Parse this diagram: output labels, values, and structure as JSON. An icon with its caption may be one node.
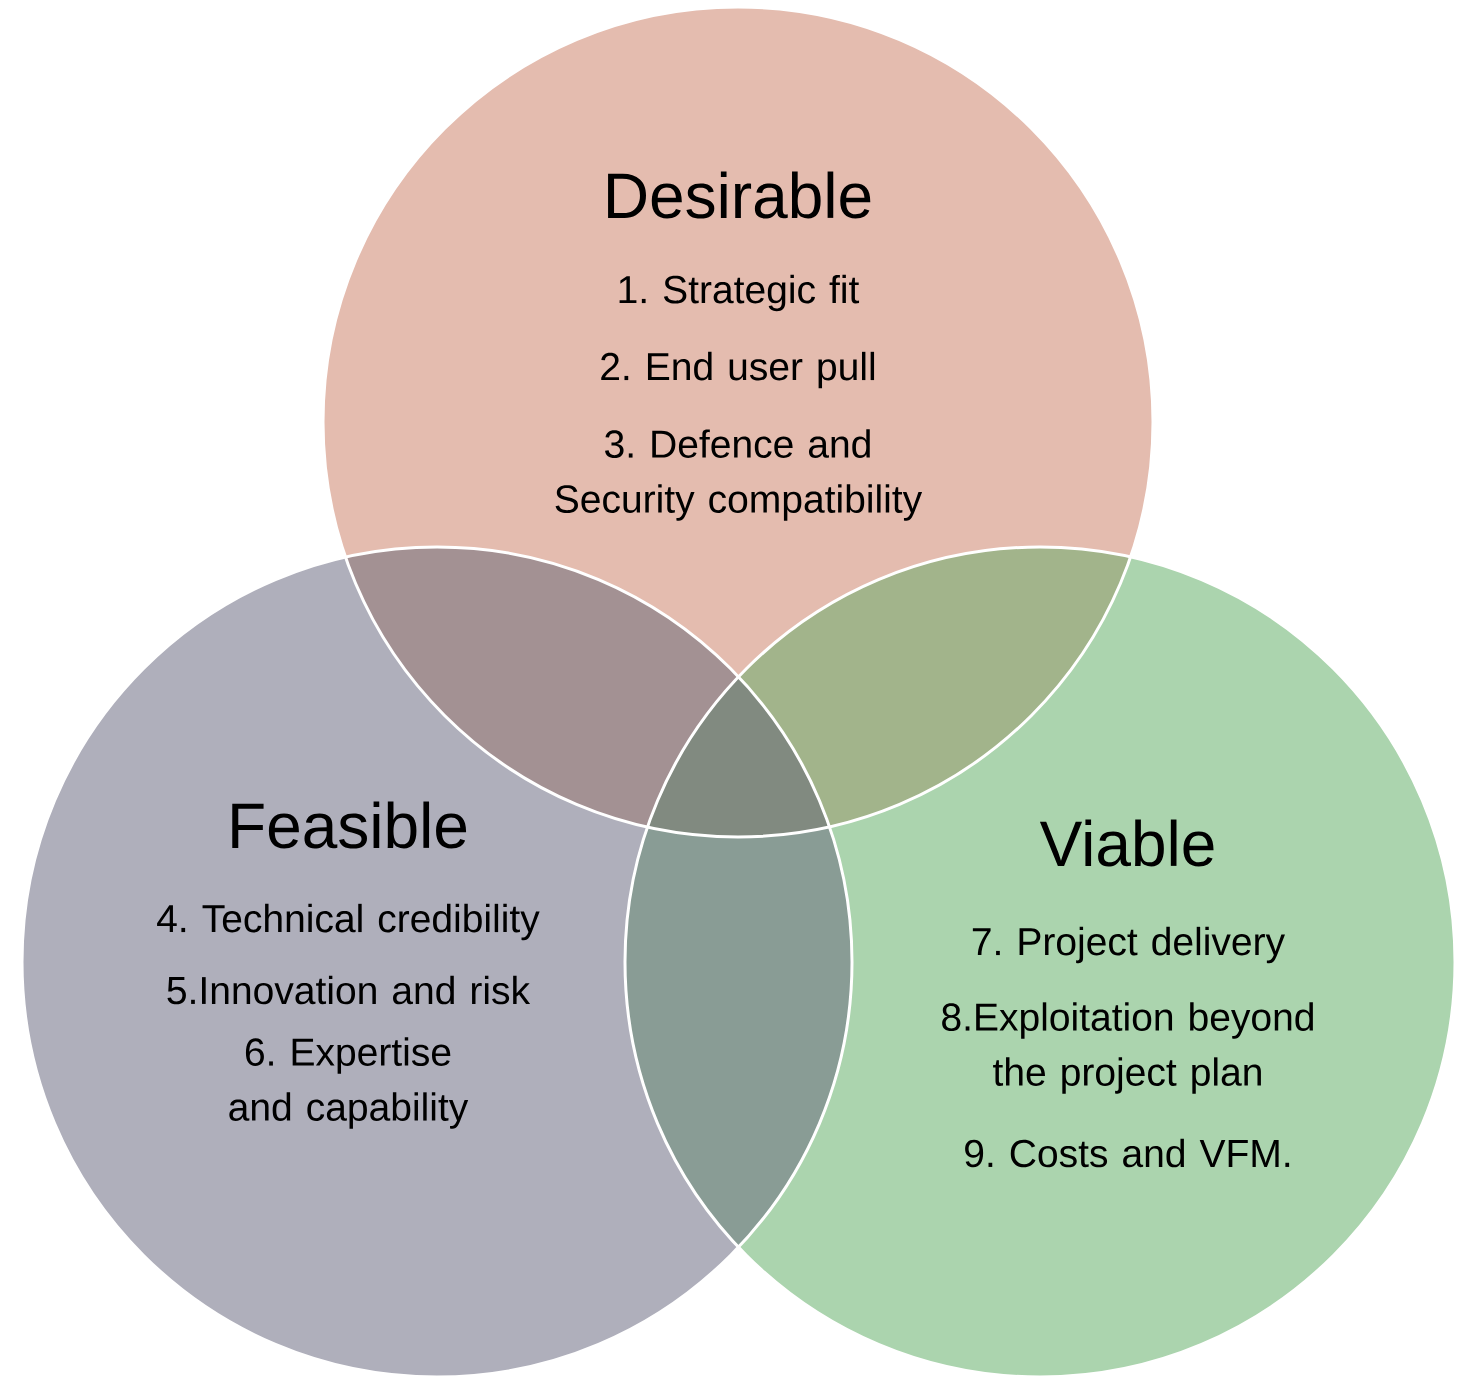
{
  "diagram": {
    "nodes": [
      {
        "text": [
          "Desirable",
          "1. Strategic fit",
          "2. End user pull",
          "3. Defence and Security compatibility"
        ]
      },
      {
        "text": [
          "Feasible",
          "4. Technical credibility",
          "5.Innovation and risk",
          "6. Expertise and capability"
        ]
      },
      {
        "text": [
          "Viable",
          "7. Project delivery",
          "8.Exploitation beyond the project plan",
          "9. Costs and VFM."
        ]
      }
    ]
  }
}
